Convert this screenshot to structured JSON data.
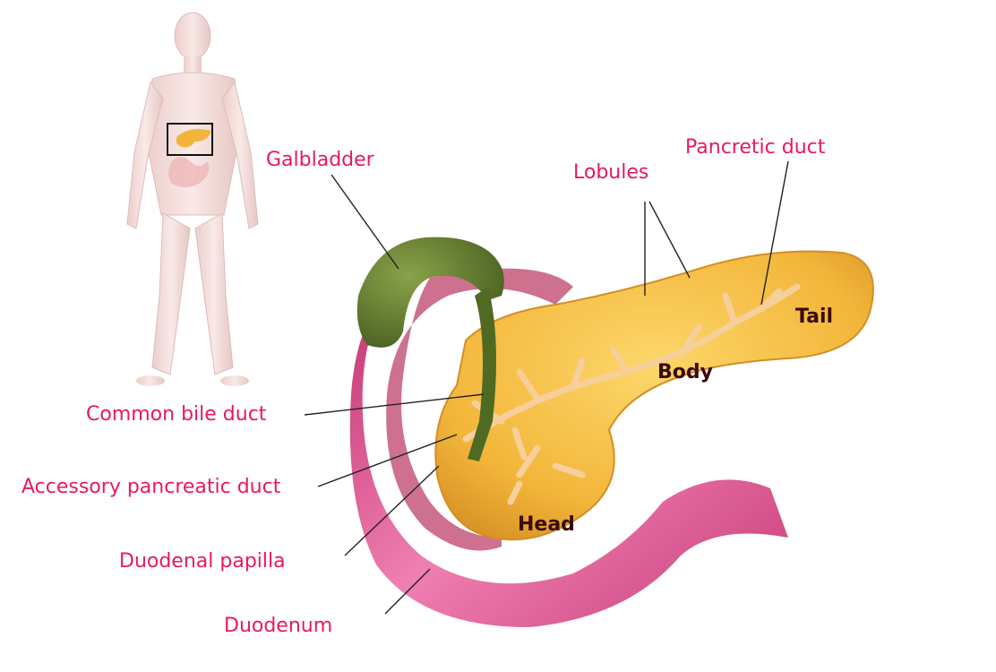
{
  "labels": {
    "gallbladder": "Galbladder",
    "lobules": "Lobules",
    "pancreatic_duct": "Pancretic duct",
    "common_bile_duct": "Common bile duct",
    "accessory_pancreatic_duct": "Accessory pancreatic duct",
    "duodenal_papilla": "Duodenal papilla",
    "duodenum": "Duodenum",
    "head": "Head",
    "body": "Body",
    "tail": "Tail"
  },
  "colors": {
    "label_text": "#e8195e",
    "region_text": "#3a0a0a",
    "pancreas": "#f4b93e",
    "gallbladder": "#5d7a2c",
    "duodenum": "#e0609b",
    "duct": "#f7cf9a",
    "leader_line": "#222222"
  }
}
